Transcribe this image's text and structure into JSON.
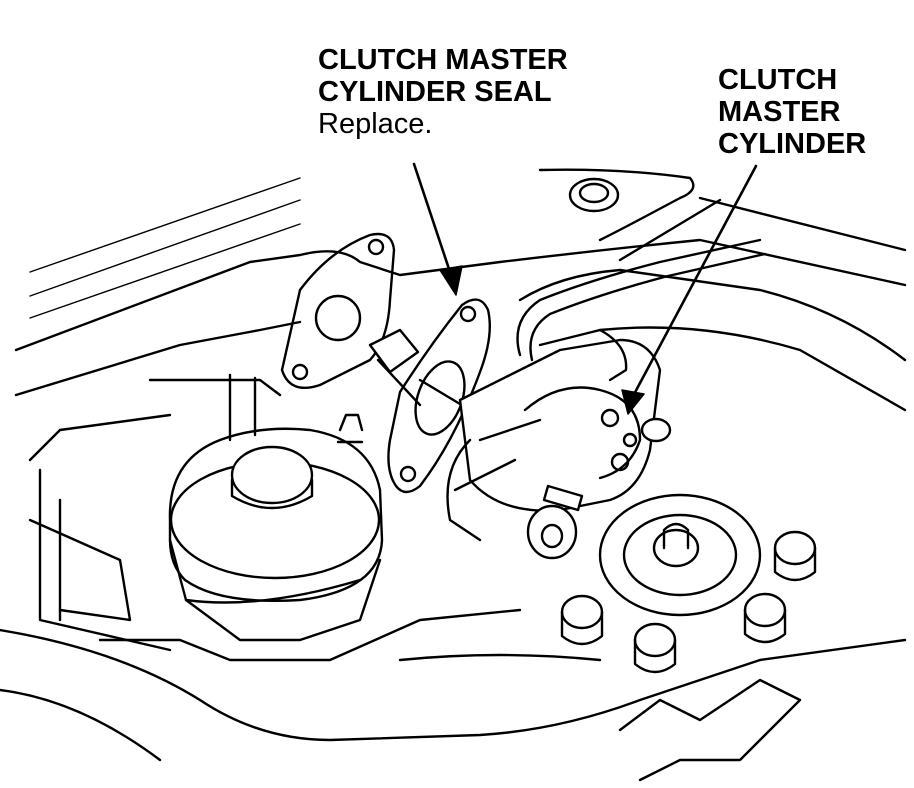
{
  "callouts": {
    "seal": {
      "line1": "CLUTCH MASTER",
      "line2": "CYLINDER SEAL",
      "note": "Replace."
    },
    "cylinder": {
      "line1": "CLUTCH",
      "line2": "MASTER",
      "line3": "CYLINDER"
    }
  },
  "colors": {
    "line": "#000000",
    "background": "#ffffff",
    "part_fill": "#ffffff"
  }
}
